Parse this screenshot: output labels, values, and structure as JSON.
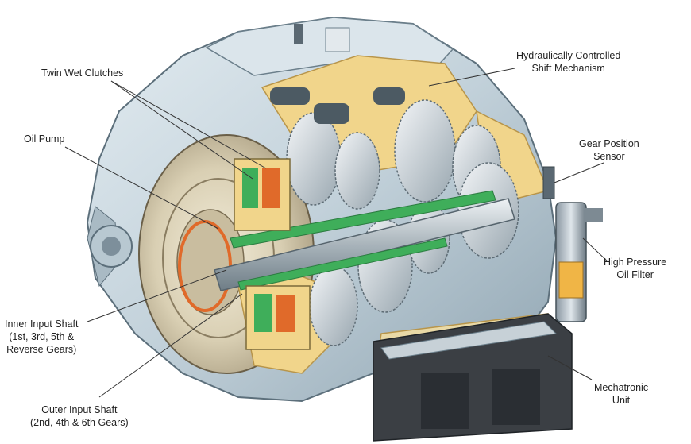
{
  "labels": {
    "twin_wet_clutches": [
      "Twin Wet Clutches"
    ],
    "oil_pump": [
      "Oil Pump"
    ],
    "inner_input_shaft": [
      "Inner Input Shaft",
      "(1st, 3rd, 5th &",
      "Reverse Gears)"
    ],
    "outer_input_shaft": [
      "Outer Input Shaft",
      "(2nd, 4th & 6th Gears)"
    ],
    "hydraulic_shift": [
      "Hydraulically Controlled",
      "Shift Mechanism"
    ],
    "gear_position_sensor": [
      "Gear Position",
      "Sensor"
    ],
    "high_pressure_oil_filter": [
      "High Pressure",
      "Oil Filter"
    ],
    "mechatronic_unit": [
      "Mechatronic",
      "Unit"
    ]
  },
  "colors": {
    "housing": "#c9d7df",
    "housing_dark": "#8ea2ae",
    "cutaway": "#f1d58b",
    "clutch_green": "#3fae5a",
    "clutch_orange": "#e06a2a",
    "shaft": "#b7c0c6",
    "leader": "#333333"
  }
}
